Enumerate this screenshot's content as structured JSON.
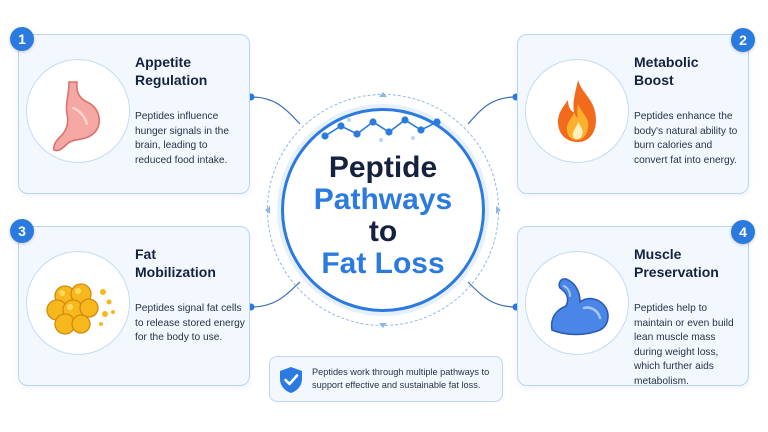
{
  "center": {
    "lines": [
      "Peptide",
      "Pathways",
      "to",
      "Fat Loss"
    ]
  },
  "cards": [
    {
      "number": "1",
      "title_lines": [
        "Appetite",
        "Regulation"
      ],
      "text": "Peptides influence hunger signals in the brain, leading to reduced food intake.",
      "icon": "stomach-icon"
    },
    {
      "number": "2",
      "title_lines": [
        "Metabolic",
        "Boost"
      ],
      "text": "Peptides enhance the body's natural ability to burn calories and convert fat into energy.",
      "icon": "flame-icon"
    },
    {
      "number": "3",
      "title_lines": [
        "Fat",
        "Mobilization"
      ],
      "text": "Peptides signal fat cells to release stored energy for the body to use.",
      "icon": "fat-cell-icon"
    },
    {
      "number": "4",
      "title_lines": [
        "Muscle",
        "Preservation"
      ],
      "text": "Peptides help to maintain or even build lean muscle mass during weight loss, which further aids metabolism.",
      "icon": "flexed-arm-icon"
    }
  ],
  "note": {
    "text": "Peptides work through multiple pathways to support effective and sustainable fat loss.",
    "icon": "shield-check-icon"
  },
  "colors": {
    "accent": "#2b7ae0",
    "dark_text": "#14223f",
    "card_bg": "#f3f8fe",
    "card_border": "#bcd5f2",
    "flame_orange": "#f26b1d",
    "fat_yellow": "#f6b81c",
    "muscle_blue": "#4a86e8",
    "stomach_pink": "#f4a7a3"
  }
}
